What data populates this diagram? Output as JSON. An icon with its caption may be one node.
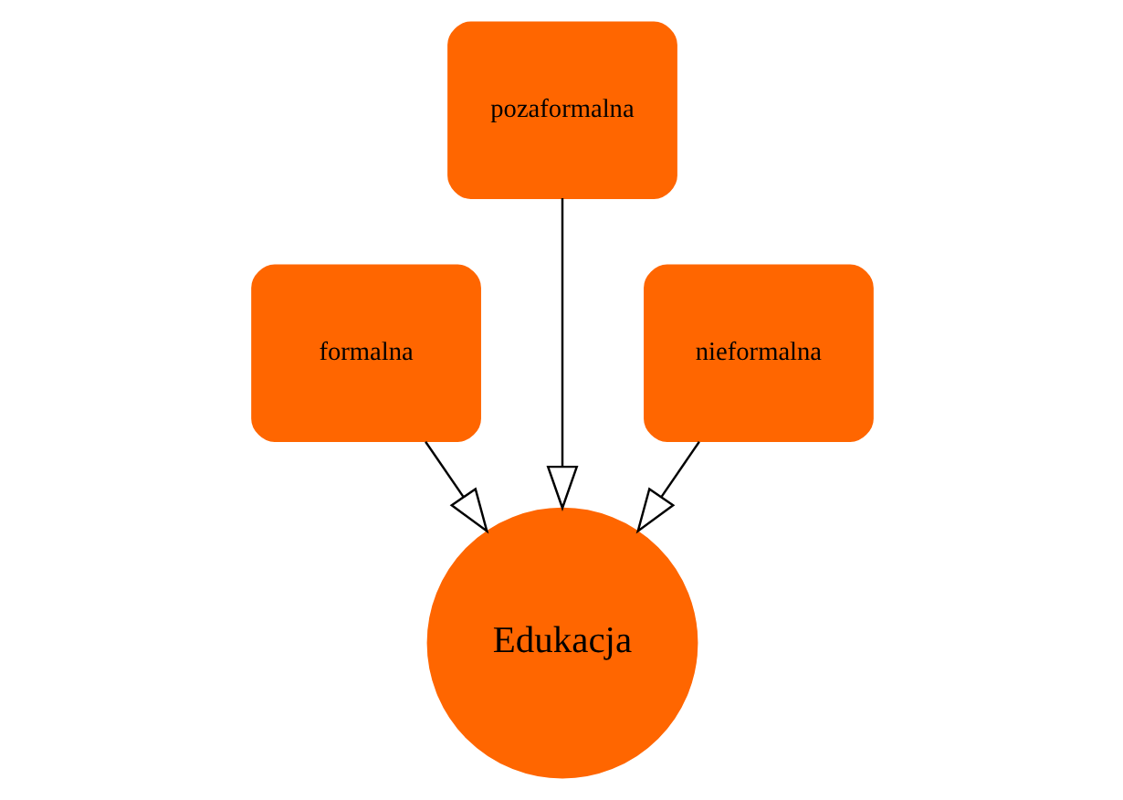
{
  "diagram": {
    "nodes": [
      {
        "text": [
          "formalna"
        ]
      },
      {
        "text": [
          "pozaformalna"
        ]
      },
      {
        "text": [
          "nieformalna"
        ]
      },
      {
        "text": [
          "Edukacja"
        ]
      }
    ],
    "edges": [
      {
        "from": 0,
        "to": 3,
        "arrow": "to"
      },
      {
        "from": 1,
        "to": 3,
        "arrow": "to"
      },
      {
        "from": 2,
        "to": 3,
        "arrow": "to"
      }
    ]
  }
}
